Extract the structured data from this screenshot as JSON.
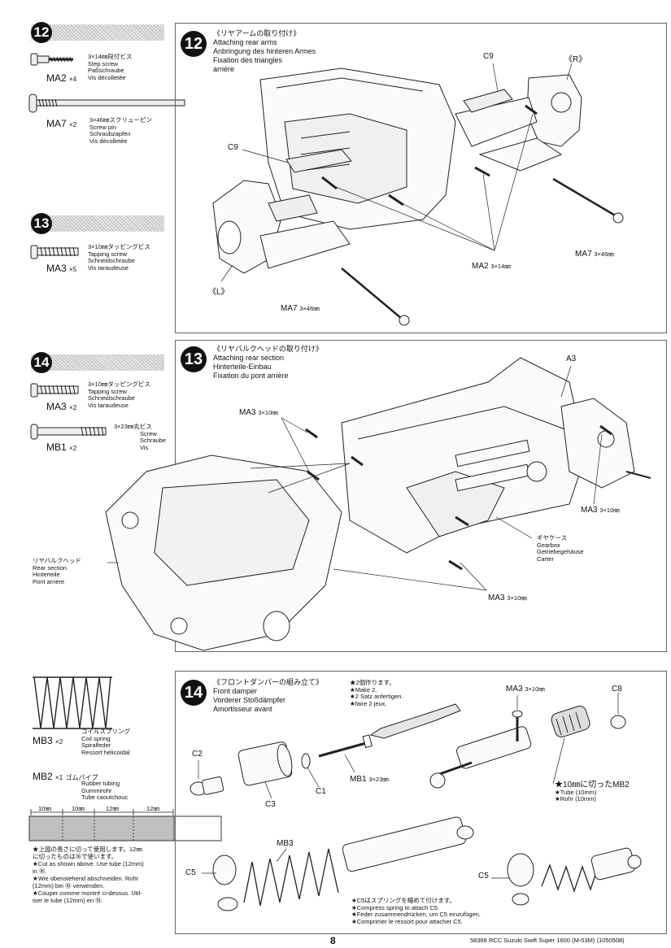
{
  "left_col": {
    "s12": {
      "badge": "12",
      "parts": [
        {
          "spec": "3×14㎜段付ビス",
          "en": "Step screw",
          "de": "Paßschraube",
          "fr": "Vis décolletée",
          "code": "MA2",
          "qty": "×4"
        },
        {
          "spec": "3×46㎜スクリューピン",
          "en": "Screw pin",
          "de": "Schraubzapfen",
          "fr": "Vis décolletée",
          "code": "MA7",
          "qty": "×2"
        }
      ]
    },
    "s13": {
      "badge": "13",
      "parts": [
        {
          "spec": "3×10㎜タッピングビス",
          "en": "Tapping screw",
          "de": "Schneidschraube",
          "fr": "Vis taraudeuse",
          "code": "MA3",
          "qty": "×5"
        }
      ]
    },
    "s14": {
      "badge": "14",
      "parts": [
        {
          "spec": "3×10㎜タッピングビス",
          "en": "Tapping screw",
          "de": "Schneidschraube",
          "fr": "Vis taraudeuse",
          "code": "MA3",
          "qty": "×2"
        },
        {
          "spec": "3×23㎜丸ビス",
          "en": "Screw",
          "de": "Schraube",
          "fr": "Vis",
          "code": "MB1",
          "qty": "×2"
        }
      ]
    },
    "s14b": {
      "spring": {
        "code": "MB3",
        "qty": "×2",
        "jp": "コイルスプリング",
        "en": "Coil spring",
        "de": "Spiralfeder",
        "fr": "Ressort hélicoïdal"
      },
      "tube": {
        "code": "MB2",
        "qty": "×1",
        "jp": "ゴムパイプ",
        "en": "Rubber tubing",
        "de": "Gummirohr",
        "fr": "Tube caoutchouc"
      },
      "cuts": [
        "10㎜",
        "10㎜",
        "12㎜",
        "12㎜"
      ],
      "note": [
        "★上図の長さに切って使用します。12㎜",
        "に切ったものは⑯で使います。",
        "★Cut as shown above. Use tube (12mm)",
        "in ⑯.",
        "★Wie obenstehend abschneiden. Rohr",
        "(12mm) bei ⑯ verwenden.",
        "★Couper comme montré ci-dessus. Util-",
        "iser le tube (12mm) en ⑯."
      ]
    }
  },
  "step12": {
    "badge": "12",
    "jp": "《リヤアームの取り付け》",
    "en": "Attaching rear arms",
    "de": "Anbringung des hinteren Armes",
    "fr": "Fixation des triangles",
    "fr2": "arrière",
    "labels": {
      "c9a": "C9",
      "c9b": "C9",
      "r": "《R》",
      "l": "《L》",
      "ma7a": "MA7",
      "ma7a_size": "3×46㎜",
      "ma7b": "MA7",
      "ma7b_size": "3×46㎜",
      "ma2": "MA2",
      "ma2_size": "3×14㎜"
    }
  },
  "step13": {
    "badge": "13",
    "jp": "《リヤバルクヘッドの取り付け》",
    "en": "Attaching rear section",
    "de": "Hinterteile-Einbau",
    "fr": "Fixation du pont arrière",
    "labels": {
      "a3": "A3",
      "ma3a": "MA3",
      "ma3a_size": "3×10㎜",
      "ma3b": "MA3",
      "ma3b_size": "3×10㎜",
      "ma3c": "MA3",
      "ma3c_size": "3×10㎜",
      "gear_jp": "ギヤケース",
      "gear_en": "Gearbox",
      "gear_de": "Getriebegehäuse",
      "gear_fr": "Carter",
      "rear_jp": "リヤバルクヘッド",
      "rear_en": "Rear section",
      "rear_de": "Hinterteile",
      "rear_fr": "Pont arrière"
    }
  },
  "step14": {
    "badge": "14",
    "jp": "《フロントダンパーの組み立て》",
    "en": "Front damper",
    "de": "Vorderer Stoßdämpfer",
    "fr": "Amortisseur avant",
    "make": [
      "★2個作ります。",
      "★Make 2.",
      "★2 Satz anfertigen.",
      "★faire 2 jeux."
    ],
    "labels": {
      "c2": "C2",
      "c3": "C3",
      "c1": "C1",
      "mb1": "MB1",
      "mb1_size": "3×23㎜",
      "ma3": "MA3",
      "ma3_size": "3×10㎜",
      "c8": "C8",
      "mb3": "MB3",
      "c5a": "C5",
      "c5b": "C5",
      "tube": [
        "★10㎜に切ったMB2",
        "★Tube (10mm)",
        "★Rohr (10mm)"
      ]
    },
    "note": [
      "★C5はスプリングを縮めて付けます。",
      "★Compress spring to attach C5.",
      "★Feder zusammendrücken, um C5 einzufügen.",
      "★Comprimer le ressort pour attacher C5."
    ]
  },
  "footer": {
    "page": "8",
    "model": "58368 RCC Suzuki Swift Super 1600 (M-03M) (1050508)"
  }
}
